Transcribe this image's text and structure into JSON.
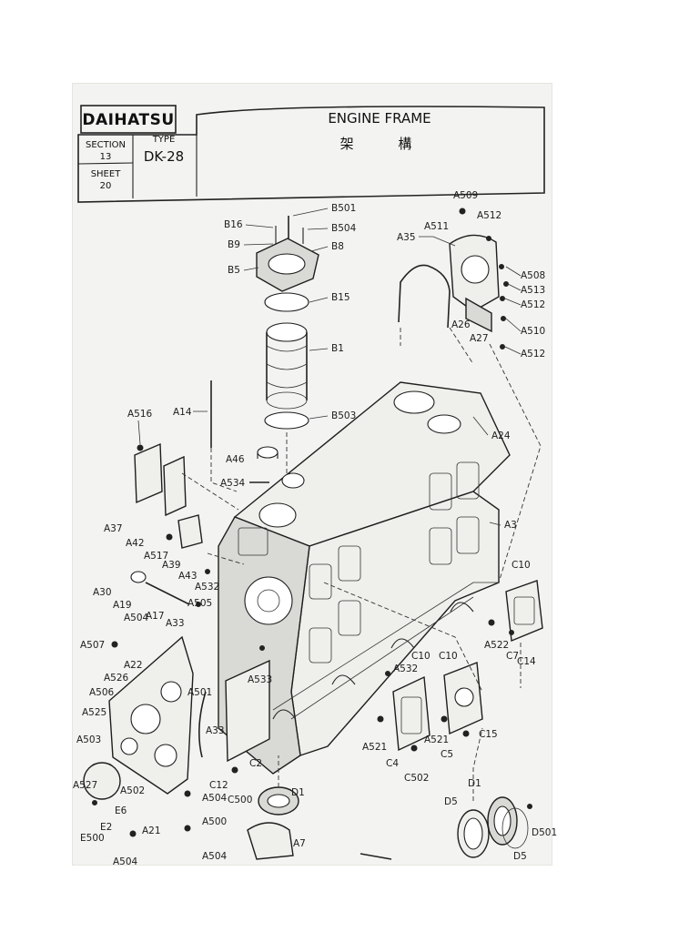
{
  "header": {
    "brand": "DAIHATSU",
    "section_label": "SECTION",
    "section_value": "13",
    "sheet_label": "SHEET",
    "sheet_value": "20",
    "type_label": "TYPE",
    "type_value": "DK-28",
    "title_en": "ENGINE FRAME",
    "title_jp": "架 構"
  },
  "part_labels": {
    "a509": "A509",
    "a512_top": "A512",
    "a511": "A511",
    "a35": "A35",
    "a508": "A508",
    "a513": "A513",
    "a512_mid": "A512",
    "a510": "A510",
    "a26": "A26",
    "a27": "A27",
    "a512_low": "A512",
    "b501": "B501",
    "b16": "B16",
    "b504": "B504",
    "b9": "B9",
    "b8": "B8",
    "b5": "B5",
    "b15": "B15",
    "b1": "B1",
    "b503": "B503",
    "a14": "A14",
    "a516": "A516",
    "a24": "A24",
    "a46": "A46",
    "a534": "A534",
    "a3": "A3",
    "a37": "A37",
    "a42": "A42",
    "a517": "A517",
    "a39": "A39",
    "a43": "A43",
    "a532_up": "A532",
    "a30": "A30",
    "a19": "A19",
    "a17": "A17",
    "a505": "A505",
    "a504_a": "A504",
    "a33_up": "A33",
    "c10_r": "C10",
    "a507": "A507",
    "a22": "A22",
    "a526": "A526",
    "a533": "A533",
    "a522": "A522",
    "c7": "C7",
    "c14": "C14",
    "c10_m1": "C10",
    "c10_m2": "C10",
    "a532_low": "A532",
    "a506": "A506",
    "a501": "A501",
    "a525": "A525",
    "a503": "A503",
    "a33_low": "A33",
    "a521_a": "A521",
    "a521_b": "A521",
    "c15": "C15",
    "c4": "C4",
    "c5": "C5",
    "c502": "C502",
    "c2": "C2",
    "c12": "C12",
    "a504_b": "A504",
    "c500": "C500",
    "d1_a": "D1",
    "a527": "A527",
    "a502": "A502",
    "e6": "E6",
    "e2": "E2",
    "e500": "E500",
    "a21": "A21",
    "a500": "A500",
    "a504_c": "A504",
    "a7": "A7",
    "a504_d": "A504",
    "d5_a": "D5",
    "d1_b": "D1",
    "d501": "D501",
    "d5_b": "D5"
  }
}
